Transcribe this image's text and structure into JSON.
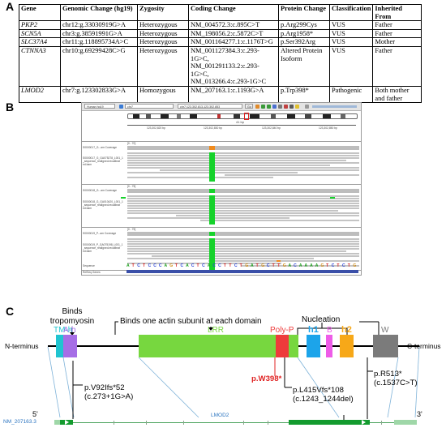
{
  "panels": {
    "a": "A",
    "b": "B",
    "c": "C"
  },
  "table": {
    "headers": [
      "Gene",
      "Genomic Change (hg19)",
      "Zygosity",
      "Coding Change",
      "Protein Change",
      "Classification",
      "Inherited From"
    ],
    "rows": [
      {
        "gene": "PKP2",
        "genomic": "chr12:g.33030919G>A",
        "zygosity": "Heterozygous",
        "coding": [
          "NM_004572.3:c.895C>T"
        ],
        "protein": "p.Arg299Cys",
        "classification": "VUS",
        "inherited": "Father"
      },
      {
        "gene": "SCN5A",
        "genomic": "chr3:g.38591991G>A",
        "zygosity": "Heterozygous",
        "coding": [
          "NM_198056.2:c.5872C>T"
        ],
        "protein": "p.Arg1958*",
        "classification": "VUS",
        "inherited": "Father"
      },
      {
        "gene": "SLC37A4",
        "genomic": "chr11:g.118895734A>C",
        "zygosity": "Heterozygous",
        "coding": [
          "NM_001164277.1:c.1176T>G"
        ],
        "protein": "p.Ser392Arg",
        "classification": "VUS",
        "inherited": "Mother"
      },
      {
        "gene": "CTNNA3",
        "genomic": "chr10:g.69299428C>G",
        "zygosity": "Heterozygous",
        "coding": [
          "NM_001127384.3:c.293-1G>C,",
          "NM_001291133.2:c.293-1G>C,",
          "NM_013266.4:c.293-1G>C"
        ],
        "protein": "Altered Protein Isoform",
        "classification": "VUS",
        "inherited": "Father"
      },
      {
        "gene": "LMOD2",
        "genomic": "chr7:g.123302833G>A",
        "zygosity": "Homozygous",
        "coding": [
          "NM_207163.1:c.1193G>A"
        ],
        "protein": "p.Trp398*",
        "classification": "Pathogenic",
        "inherited": "Both mother and father"
      }
    ]
  },
  "igv": {
    "genome": "Human hg19",
    "chrom": "chr7",
    "locus": "chr7:123,302,813-123,302,853",
    "go": "Go",
    "width_label": "41 bp",
    "ruler_ticks": [
      "123,302,820 bp",
      "123,302,830 bp",
      "123,302,840 bp",
      "123,302,850 bp"
    ],
    "tracks": [
      {
        "cov": "S0000017_G...am Coverage",
        "reads": "S0000017_G_GA075278_L001_1 _sequence_realigned.recalibrat ed.bam",
        "scale": "[0 - 70]"
      },
      {
        "cov": "S0000018_G...am Coverage",
        "reads": "S0000018_G_GA010420_L001_1 _sequence_realigned.recalibrat ed.bam",
        "scale": "[0 - 75]"
      },
      {
        "cov": "S0000019_P...am Coverage",
        "reads": "S0000019_P_GA075198_L001_1 _sequence_realigned.recalibrat ed.bam",
        "scale": "[0 - 75]"
      }
    ],
    "sequence_label": "Sequence",
    "refseq_label": "RefSeq Genes",
    "sequence": "ATCTCCCAGTCACTCACCTTCTGATGCTTGACAAAAGTCTCTG"
  },
  "diagram": {
    "labels": {
      "binds_tropomyosin": "Binds tropomyosin",
      "binds_actin": "Binds one actin subunit at each domain",
      "nucleation": "Nucleation",
      "n_terminus": "N-terminus",
      "c_terminus": "C-terminus",
      "five_prime": "5'",
      "three_prime": "3'",
      "transcript": "NM_207163.3",
      "gene_name": "LMOD2"
    },
    "domains": [
      {
        "key": "tmh",
        "label": "TM-h",
        "color": "#20c4d0"
      },
      {
        "key": "ah",
        "label": "A-h",
        "color": "#a66ee6"
      },
      {
        "key": "lrr",
        "label": "LRR",
        "color": "#77d73f"
      },
      {
        "key": "polyp",
        "label": "Poly-P",
        "color": "#ee3b3b"
      },
      {
        "key": "h1",
        "label": "h1",
        "color": "#1ca4ea"
      },
      {
        "key": "b",
        "label": "B",
        "color": "#ee5ce8"
      },
      {
        "key": "h2",
        "label": "h2",
        "color": "#f7a818"
      },
      {
        "key": "w",
        "label": "W",
        "color": "#7b7b7b"
      }
    ],
    "mutations": [
      {
        "line1": "p.V92Ifs*52",
        "line2": "(c.273+1G>A)",
        "color": "#000000"
      },
      {
        "line1": "p.W398*",
        "line2": "",
        "color": "#e02424"
      },
      {
        "line1": "p.L415Vfs*108",
        "line2": "(c.1243_1244del)",
        "color": "#000000"
      },
      {
        "line1": "p.R513*",
        "line2": "(c.1537C>T)",
        "color": "#000000"
      }
    ]
  }
}
